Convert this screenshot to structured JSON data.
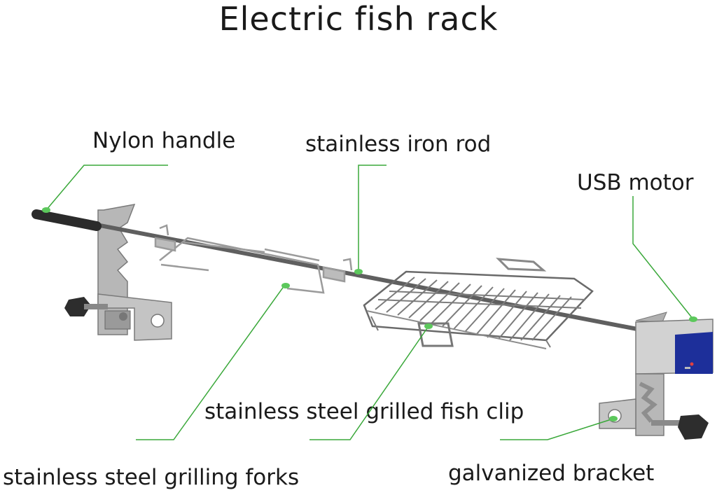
{
  "title": "Electric fish rack",
  "labels": {
    "nylon_handle": "Nylon handle",
    "iron_rod": "stainless iron rod",
    "usb_motor": "USB motor",
    "fish_clip": "stainless steel grilled fish clip",
    "grilling_forks": "stainless steel grilling forks",
    "bracket": "galvanized bracket"
  },
  "colors": {
    "leader_line": "#3aa83a",
    "dot": "#5cc85c",
    "steel": "#a9a9a9",
    "steel_dark": "#6e6e6e",
    "handle": "#2b2b2b",
    "motor_panel": "#1d2f9a"
  }
}
